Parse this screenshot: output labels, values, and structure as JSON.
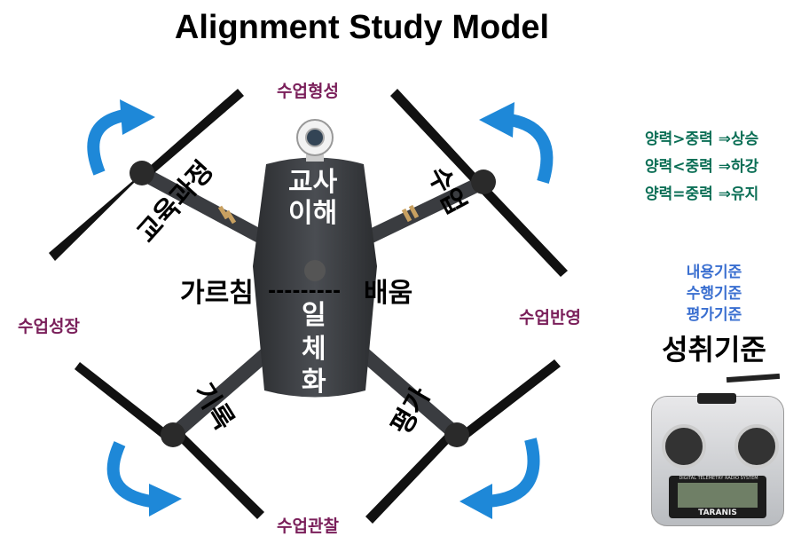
{
  "title": "Alignment Study Model",
  "cycle_labels": {
    "top": "수업형성",
    "left": "수업성장",
    "right": "수업반영",
    "bottom": "수업관찰"
  },
  "arm_labels": {
    "top_left": "교육과정",
    "top_right": "수업",
    "bottom_left": "기록",
    "bottom_right": "평가"
  },
  "center": {
    "teacher_line1": "교사",
    "teacher_line2": "이해",
    "teach": "가르침",
    "dashes": "---------",
    "learn": "배움",
    "unity": [
      "일",
      "체",
      "화"
    ]
  },
  "physics": [
    "양력>중력 ⇒상승",
    "양력<중력 ⇒하강",
    "양력=중력 ⇒유지"
  ],
  "standards": {
    "items": [
      "내용기준",
      "수행기준",
      "평가기준"
    ],
    "main": "성취기준"
  },
  "controller": {
    "screen_header": "DIGITAL TELEMETRY RADIO SYSTEM",
    "brand": "TARANIS"
  },
  "colors": {
    "arrow": "#1e88d8",
    "cycle": "#7a1f5a",
    "physics": "#0a6e55",
    "standards": "#3a6fd0"
  }
}
